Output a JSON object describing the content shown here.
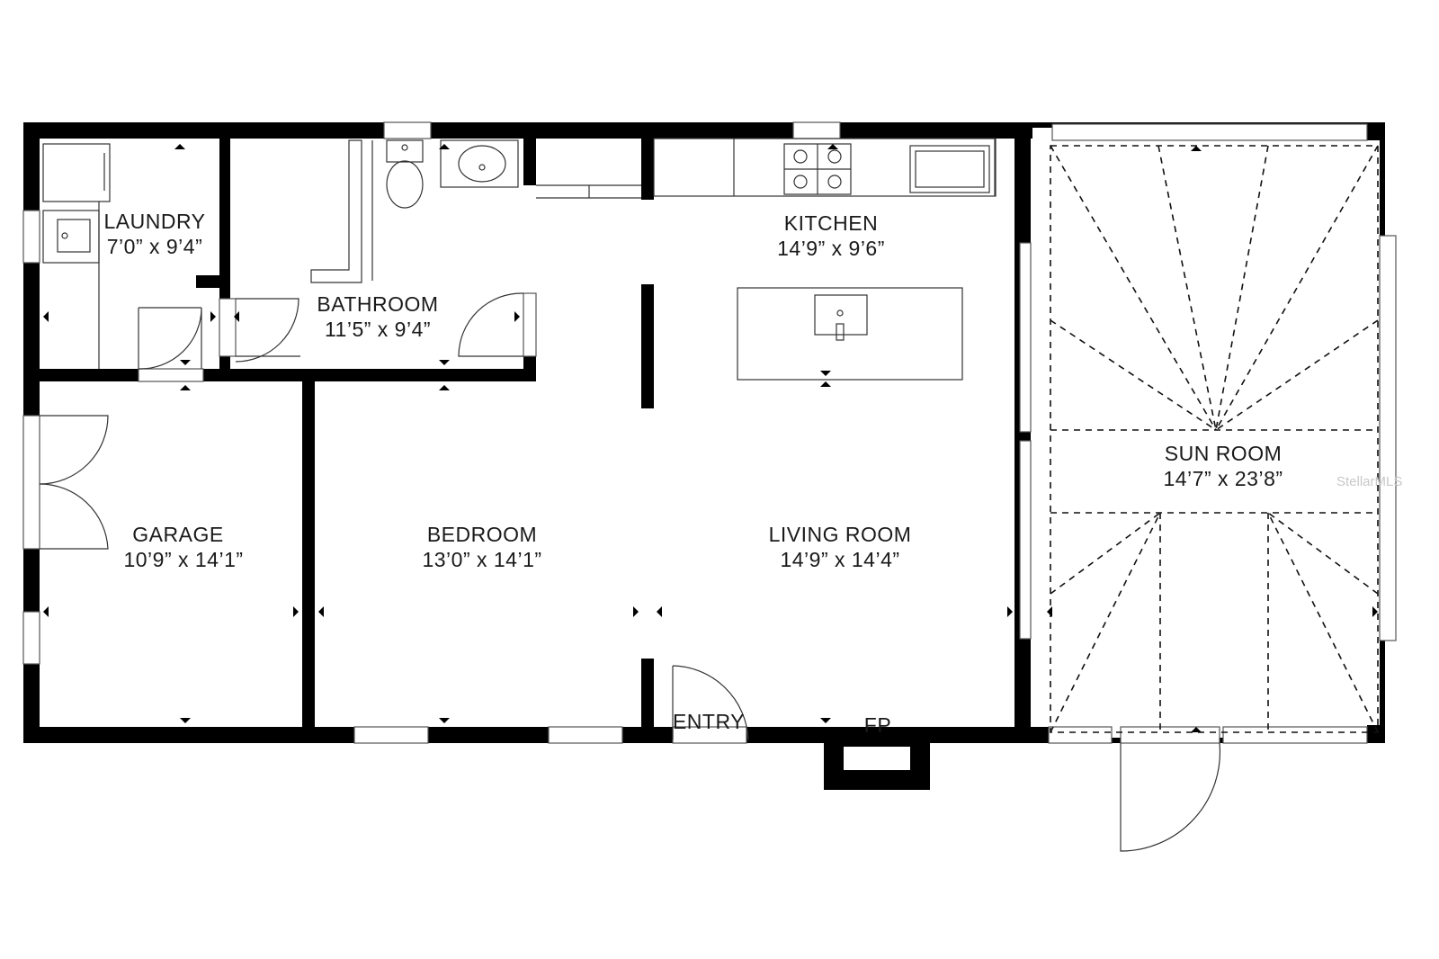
{
  "rooms": {
    "laundry": {
      "name": "LAUNDRY",
      "dims": "7’0” x 9’4”"
    },
    "bathroom": {
      "name": "BATHROOM",
      "dims": "11’5” x 9’4”"
    },
    "kitchen": {
      "name": "KITCHEN",
      "dims": "14’9” x 9’6”"
    },
    "sunroom": {
      "name": "SUN ROOM",
      "dims": "14’7” x 23’8”"
    },
    "garage": {
      "name": "GARAGE",
      "dims": "10’9” x 14’1”"
    },
    "bedroom": {
      "name": "BEDROOM",
      "dims": "13’0” x 14’1”"
    },
    "living": {
      "name": "LIVING ROOM",
      "dims": "14’9” x 14’4”"
    }
  },
  "labels": {
    "entry": "ENTRY",
    "fireplace": "FP"
  },
  "watermark": "StellarMLS",
  "colors": {
    "wall": "#000000",
    "line": "#333333",
    "background": "#ffffff"
  }
}
